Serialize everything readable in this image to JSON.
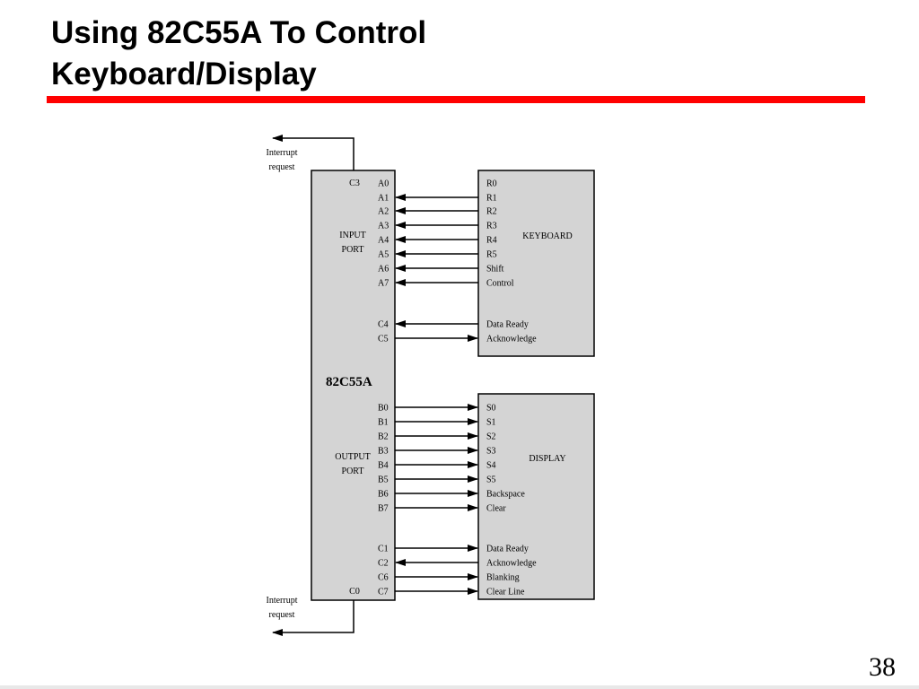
{
  "slide": {
    "title_line1": "Using 82C55A To Control",
    "title_line2": "Keyboard/Display",
    "page_number": "38",
    "accent_color": "#ff0000"
  },
  "diagram": {
    "chip": {
      "name": "82C55A",
      "input_port_label_1": "INPUT",
      "input_port_label_2": "PORT",
      "output_port_label_1": "OUTPUT",
      "output_port_label_2": "PORT",
      "top_pin": {
        "inner": "C3",
        "outer": "A0"
      },
      "bottom_pin": {
        "inner": "C0",
        "outer": "C7"
      }
    },
    "interrupt_label_1": "Interrupt",
    "interrupt_label_2": "request",
    "keyboard": {
      "name": "KEYBOARD",
      "signals": [
        {
          "pin": "A0",
          "label": "R0",
          "dir": "none"
        },
        {
          "pin": "A1",
          "label": "R1",
          "dir": "in"
        },
        {
          "pin": "A2",
          "label": "R2",
          "dir": "in"
        },
        {
          "pin": "A3",
          "label": "R3",
          "dir": "in"
        },
        {
          "pin": "A4",
          "label": "R4",
          "dir": "in"
        },
        {
          "pin": "A5",
          "label": "R5",
          "dir": "in"
        },
        {
          "pin": "A6",
          "label": "Shift",
          "dir": "in"
        },
        {
          "pin": "A7",
          "label": "Control",
          "dir": "in"
        },
        {
          "pin": "C4",
          "label": "Data Ready",
          "dir": "in"
        },
        {
          "pin": "C5",
          "label": "Acknowledge",
          "dir": "out"
        }
      ]
    },
    "display": {
      "name": "DISPLAY",
      "signals": [
        {
          "pin": "B0",
          "label": "S0",
          "dir": "out"
        },
        {
          "pin": "B1",
          "label": "S1",
          "dir": "out"
        },
        {
          "pin": "B2",
          "label": "S2",
          "dir": "out"
        },
        {
          "pin": "B3",
          "label": "S3",
          "dir": "out"
        },
        {
          "pin": "B4",
          "label": "S4",
          "dir": "out"
        },
        {
          "pin": "B5",
          "label": "S5",
          "dir": "out"
        },
        {
          "pin": "B6",
          "label": "Backspace",
          "dir": "out"
        },
        {
          "pin": "B7",
          "label": "Clear",
          "dir": "out"
        },
        {
          "pin": "C1",
          "label": "Data Ready",
          "dir": "out"
        },
        {
          "pin": "C2",
          "label": "Acknowledge",
          "dir": "in"
        },
        {
          "pin": "C6",
          "label": "Blanking",
          "dir": "out"
        },
        {
          "pin": "C7",
          "label": "Clear Line",
          "dir": "out"
        }
      ]
    }
  }
}
